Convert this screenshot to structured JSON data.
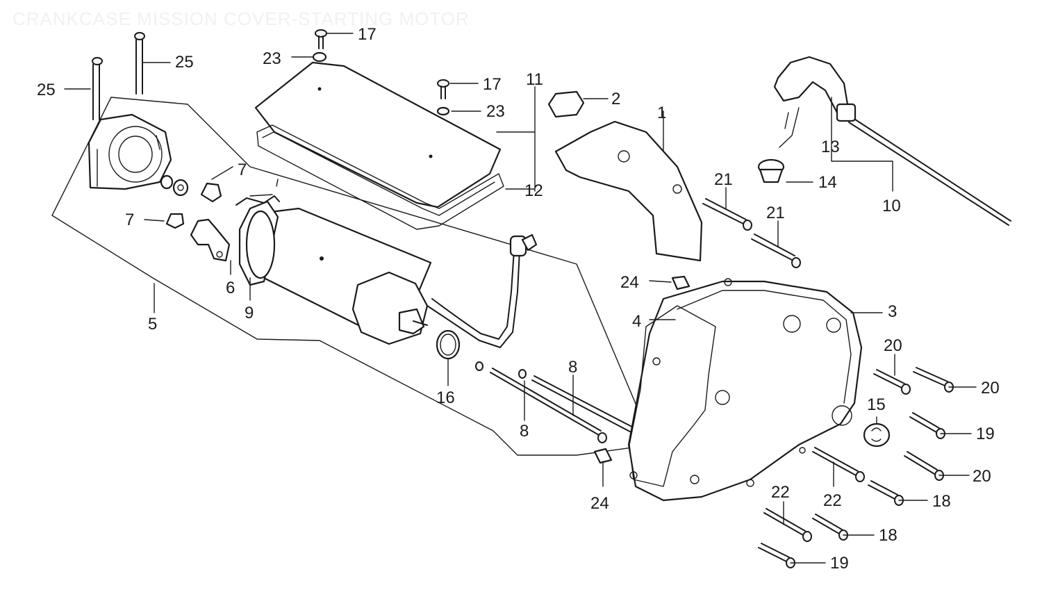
{
  "title": "CRANKCASE MISSION COVER-STARTING MOTOR",
  "callouts": {
    "c1": "1",
    "c2": "2",
    "c3": "3",
    "c4": "4",
    "c5": "5",
    "c6": "6",
    "c7a": "7",
    "c7b": "7",
    "c8a": "8",
    "c8b": "8",
    "c9": "9",
    "c10": "10",
    "c11": "11",
    "c12": "12",
    "c13": "13",
    "c14": "14",
    "c15": "15",
    "c16": "16",
    "c17a": "17",
    "c17b": "17",
    "c18a": "18",
    "c18b": "18",
    "c19a": "19",
    "c19b": "19",
    "c20a": "20",
    "c20b": "20",
    "c20c": "20",
    "c21a": "21",
    "c21b": "21",
    "c22a": "22",
    "c22b": "22",
    "c23a": "23",
    "c23b": "23",
    "c24a": "24",
    "c24b": "24",
    "c25a": "25",
    "c25b": "25"
  }
}
